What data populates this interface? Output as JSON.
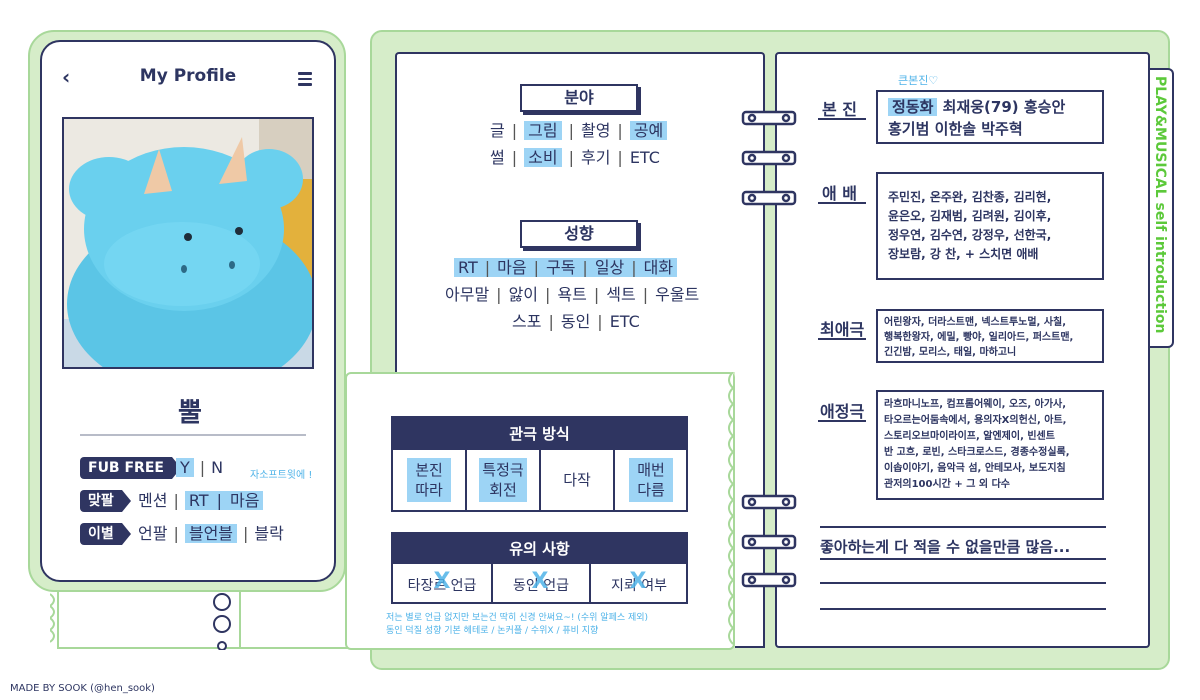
{
  "phone": {
    "title": "My Profile",
    "name": "뿔",
    "fub": {
      "label": "FUB FREE",
      "yes": "Y",
      "no": "N",
      "note": "자소프트윗에 !"
    },
    "matpal": {
      "label": "맞팔",
      "opt1": "멘션",
      "opt2": "RT",
      "opt3": "마음"
    },
    "ibyeol": {
      "label": "이별",
      "opt1": "언팔",
      "opt2": "블언블",
      "opt3": "블락"
    }
  },
  "field": {
    "title": "분야",
    "row1": [
      "글",
      "그림",
      "촬영",
      "공예"
    ],
    "row2": [
      "썰",
      "소비",
      "후기",
      "ETC"
    ]
  },
  "tendency": {
    "title": "성향",
    "row1": [
      "RT",
      "마음",
      "구독",
      "일상",
      "대화"
    ],
    "row2": [
      "아무말",
      "앓이",
      "욕트",
      "섹트",
      "우울트"
    ],
    "row3": [
      "스포",
      "동인",
      "ETC"
    ]
  },
  "viewing": {
    "title": "관극 방식",
    "c1a": "본진",
    "c1b": "따라",
    "c2a": "특정극",
    "c2b": "회전",
    "c3": "다작",
    "c4a": "매번",
    "c4b": "다름"
  },
  "caution": {
    "title": "유의 사항",
    "c1": "타장르 언급",
    "c2": "동인 언급",
    "c3": "지뢰 여부",
    "x": "X",
    "note1": "저는 별로 언급 없지만 보는건 딱히 신경 안써요~! (수위 알페스 제외)",
    "note2": "동인 덕질 성향 기본 헤테로 / 논커플 / 수위X / 퓨비 지향"
  },
  "right": {
    "vertical": "PLAY&MUSICAL self introduction",
    "bonjin_label": "본 진",
    "bonjin_note": "큰본진♡",
    "bonjin_main": "정동화",
    "bonjin_line1": "최재웅(79) 홍승안",
    "bonjin_line2": "홍기범 이한솔 박주혁",
    "aebae_label": "애 배",
    "aebae_lines": [
      "주민진, 온주완, 김찬종, 김리현,",
      "윤은오, 김재범, 김려원, 김이후,",
      "정우연, 김수연, 강정우, 선한국,",
      "장보람, 강  찬, + 스치면 애배"
    ],
    "choiae_label": "최애극",
    "choiae_lines": [
      "어린왕자, 더라스트맨, 넥스트투노멀, 사칠,",
      "행복한왕자, 에밀, 빵야, 일리아드, 퍼스트맨,",
      "긴긴밤, 모리스, 태일, 마하고니"
    ],
    "aejeong_label": "애정극",
    "aejeong_lines": [
      "라흐마니노프, 컴프롬어웨이, 오즈, 아가사,",
      "타오르는어둠속에서, 용의자X의헌신, 아트,",
      "스토리오브마이라이프, 알엔제이,  빈센트",
      "반 고흐, 로빈, 스타크로스드, 경종수정실록,",
      "이솝이야기, 음악극 섬, 안테모사, 보도지침",
      "관저의100시간  +  그  외  다수"
    ],
    "footer": "좋아하는게 다 적을 수 없을만큼 많음..."
  },
  "credit": "MADE BY SOOK (@hen_sook)",
  "icons": [
    "back-icon",
    "menu-icon",
    "ring-icon"
  ]
}
